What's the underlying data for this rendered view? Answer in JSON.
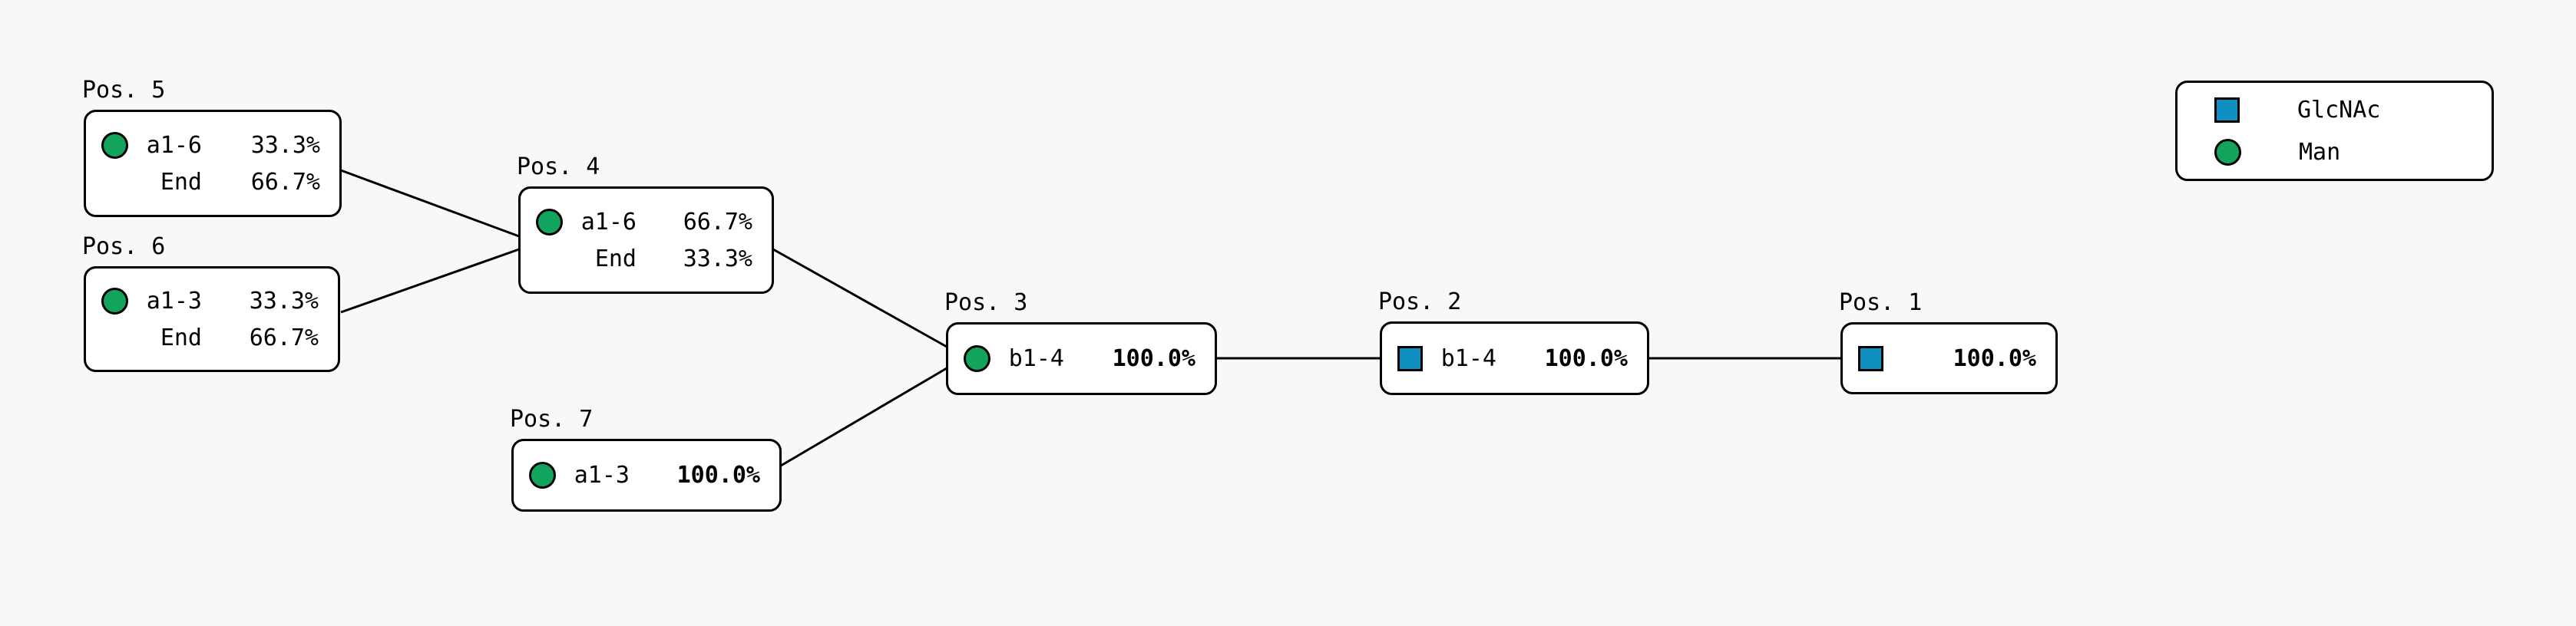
{
  "figure": {
    "background": "#f8f8f8"
  },
  "colors": {
    "man_green": "#12a45c",
    "glcnac_blue": "#0f90c0",
    "box_fill": "#ffffff",
    "box_border": "#000000",
    "edge": "#000000",
    "text": "#000000"
  },
  "legend": {
    "items": [
      {
        "shape": "square",
        "label": "GlcNAc"
      },
      {
        "shape": "circle",
        "label": "Man"
      }
    ]
  },
  "nodes": [
    {
      "title": "Pos. 5",
      "rows": [
        {
          "icon": "Man",
          "linkage": "a1-6",
          "value": "33.3%"
        },
        {
          "icon": null,
          "linkage": "End",
          "value": "66.7%"
        }
      ]
    },
    {
      "title": "Pos. 6",
      "rows": [
        {
          "icon": "Man",
          "linkage": "a1-3",
          "value": "33.3%"
        },
        {
          "icon": null,
          "linkage": "End",
          "value": "66.7%"
        }
      ]
    },
    {
      "title": "Pos. 4",
      "rows": [
        {
          "icon": "Man",
          "linkage": "a1-6",
          "value": "66.7%"
        },
        {
          "icon": null,
          "linkage": "End",
          "value": "33.3%"
        }
      ]
    },
    {
      "title": "Pos. 7",
      "rows": [
        {
          "icon": "Man",
          "linkage": "a1-3",
          "value": "100.0%"
        }
      ]
    },
    {
      "title": "Pos. 3",
      "rows": [
        {
          "icon": "Man",
          "linkage": "b1-4",
          "value": "100.0%"
        }
      ]
    },
    {
      "title": "Pos. 2",
      "rows": [
        {
          "icon": "GlcNAc",
          "linkage": "b1-4",
          "value": "100.0%"
        }
      ]
    },
    {
      "title": "Pos. 1",
      "rows": [
        {
          "icon": "GlcNAc",
          "linkage": "",
          "value": "100.0%"
        }
      ]
    }
  ],
  "edges": [
    {
      "from": "Pos. 5",
      "to": "Pos. 4"
    },
    {
      "from": "Pos. 6",
      "to": "Pos. 4"
    },
    {
      "from": "Pos. 4",
      "to": "Pos. 3"
    },
    {
      "from": "Pos. 7",
      "to": "Pos. 3"
    },
    {
      "from": "Pos. 3",
      "to": "Pos. 2"
    },
    {
      "from": "Pos. 2",
      "to": "Pos. 1"
    }
  ]
}
